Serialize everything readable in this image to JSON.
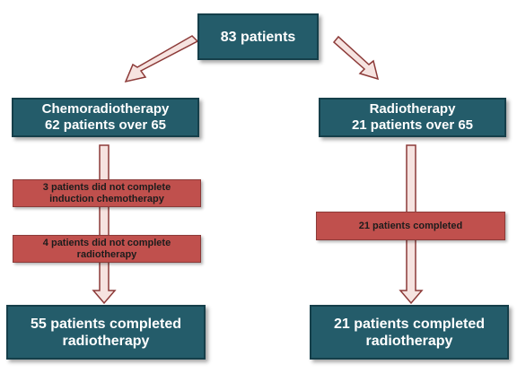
{
  "colors": {
    "teal_box": "#245c6a",
    "teal_border": "#153f4a",
    "red_box": "#c0504d",
    "arrow_fill": "#f6e3e0",
    "arrow_stroke": "#8c3a38"
  },
  "top": {
    "label": "83 patients"
  },
  "left": {
    "arm_line1": "Chemoradiotherapy",
    "arm_line2": "62 patients over 65",
    "dropout1_line1": "3 patients did not complete",
    "dropout1_line2": "induction chemotherapy",
    "dropout2_line1": "4 patients did not complete",
    "dropout2_line2": "radiotherapy",
    "result_line1": "55 patients completed",
    "result_line2": "radiotherapy"
  },
  "right": {
    "arm_line1": "Radiotherapy",
    "arm_line2": "21 patients over 65",
    "note": "21 patients completed",
    "result_line1": "21 patients completed",
    "result_line2": "radiotherapy"
  }
}
